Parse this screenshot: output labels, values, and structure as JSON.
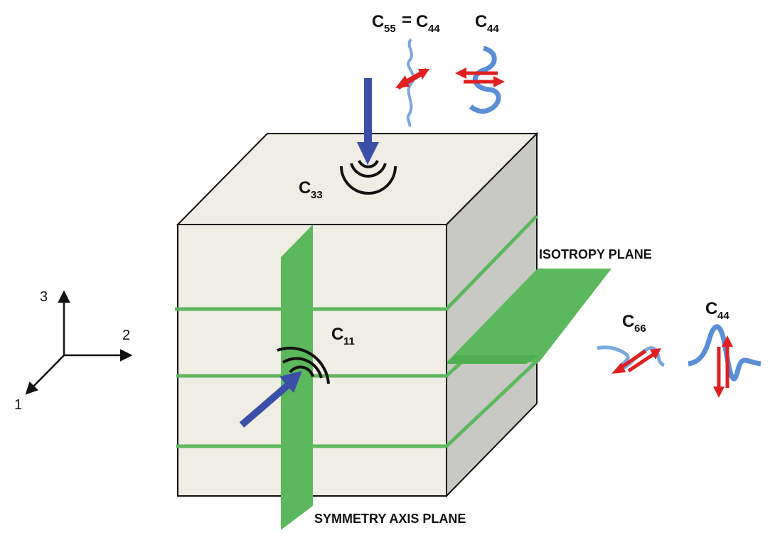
{
  "labels": {
    "top_main": "C",
    "top_main_sub": "55",
    "top_eq": "=",
    "top_eq_c": "C",
    "top_eq_sub": "44",
    "top_right": "C",
    "top_right_sub": "44",
    "c33": "C",
    "c33_sub": "33",
    "c11": "C",
    "c11_sub": "11",
    "c66": "C",
    "c66_sub": "66",
    "right_c44": "C",
    "right_c44_sub": "44",
    "isotropy_plane": "ISOTROPY PLANE",
    "symmetry_plane": "SYMMETRY AXIS PLANE"
  },
  "axes": {
    "axis_3": "3",
    "axis_2": "2",
    "axis_1": "1"
  },
  "colors": {
    "cube_face": "#f0ede4",
    "cube_side": "#c8c8c4",
    "green_plane": "#5cb85c",
    "blue_arrow": "#3c4fa8",
    "wave_blue": "#5a8fd6",
    "red_arrow": "#e02020"
  }
}
